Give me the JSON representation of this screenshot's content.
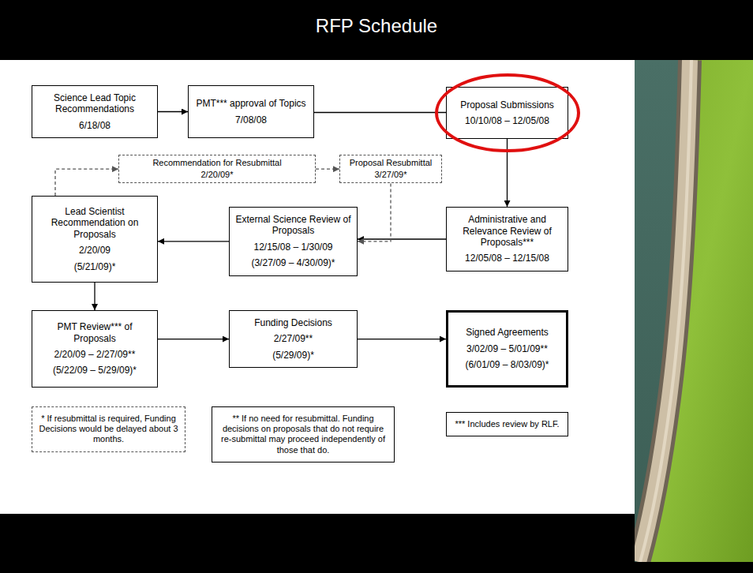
{
  "diagram": {
    "title": "RFP Schedule",
    "nodes": [
      {
        "text": [
          "Science Lead Topic Recommendations",
          "6/18/08"
        ]
      },
      {
        "text": [
          "PMT*** approval of Topics",
          "7/08/08"
        ]
      },
      {
        "text": [
          "Proposal Submissions",
          "10/10/08 – 12/05/08"
        ]
      },
      {
        "text": [
          "Recommendation for Resubmittal",
          "2/20/09*"
        ]
      },
      {
        "text": [
          "Proposal Resubmittal",
          "3/27/09*"
        ]
      },
      {
        "text": [
          "Lead Scientist Recommendation on Proposals",
          "2/20/09",
          "(5/21/09)*"
        ]
      },
      {
        "text": [
          "External Science Review of Proposals",
          "12/15/08 – 1/30/09",
          "(3/27/09 – 4/30/09)*"
        ]
      },
      {
        "text": [
          "Administrative and Relevance Review of Proposals***",
          "12/05/08 – 12/15/08"
        ]
      },
      {
        "text": [
          "PMT Review*** of Proposals",
          "2/20/09 – 2/27/09**",
          "(5/22/09 – 5/29/09)*"
        ]
      },
      {
        "text": [
          "Funding Decisions",
          "2/27/09**",
          "(5/29/09)*"
        ]
      },
      {
        "text": [
          "Signed Agreements",
          "3/02/09 – 5/01/09**",
          "(6/01/09 – 8/03/09)*"
        ]
      },
      {
        "text": [
          "* If resubmittal is required, Funding Decisions would be delayed about 3 months."
        ]
      },
      {
        "text": [
          "** If no need for resubmittal. Funding decisions on proposals that do not require re-submittal may proceed independently of those that do."
        ]
      },
      {
        "text": [
          "*** Includes review by RLF."
        ]
      }
    ],
    "edges": [
      {
        "from": 0,
        "to": 1,
        "arrow": "to"
      },
      {
        "from": 1,
        "to": 2,
        "arrow": "none"
      },
      {
        "from": 2,
        "to": 7,
        "arrow": "to"
      },
      {
        "from": 7,
        "to": 6,
        "arrow": "to"
      },
      {
        "from": 6,
        "to": 5,
        "arrow": "to"
      },
      {
        "from": 5,
        "to": 3,
        "arrow": "to"
      },
      {
        "from": 3,
        "to": 4,
        "arrow": "to"
      },
      {
        "from": 4,
        "to": 6,
        "arrow": "to"
      },
      {
        "from": 5,
        "to": 8,
        "arrow": "to"
      },
      {
        "from": 8,
        "to": 9,
        "arrow": "to"
      },
      {
        "from": 9,
        "to": 10,
        "arrow": "to"
      }
    ]
  }
}
